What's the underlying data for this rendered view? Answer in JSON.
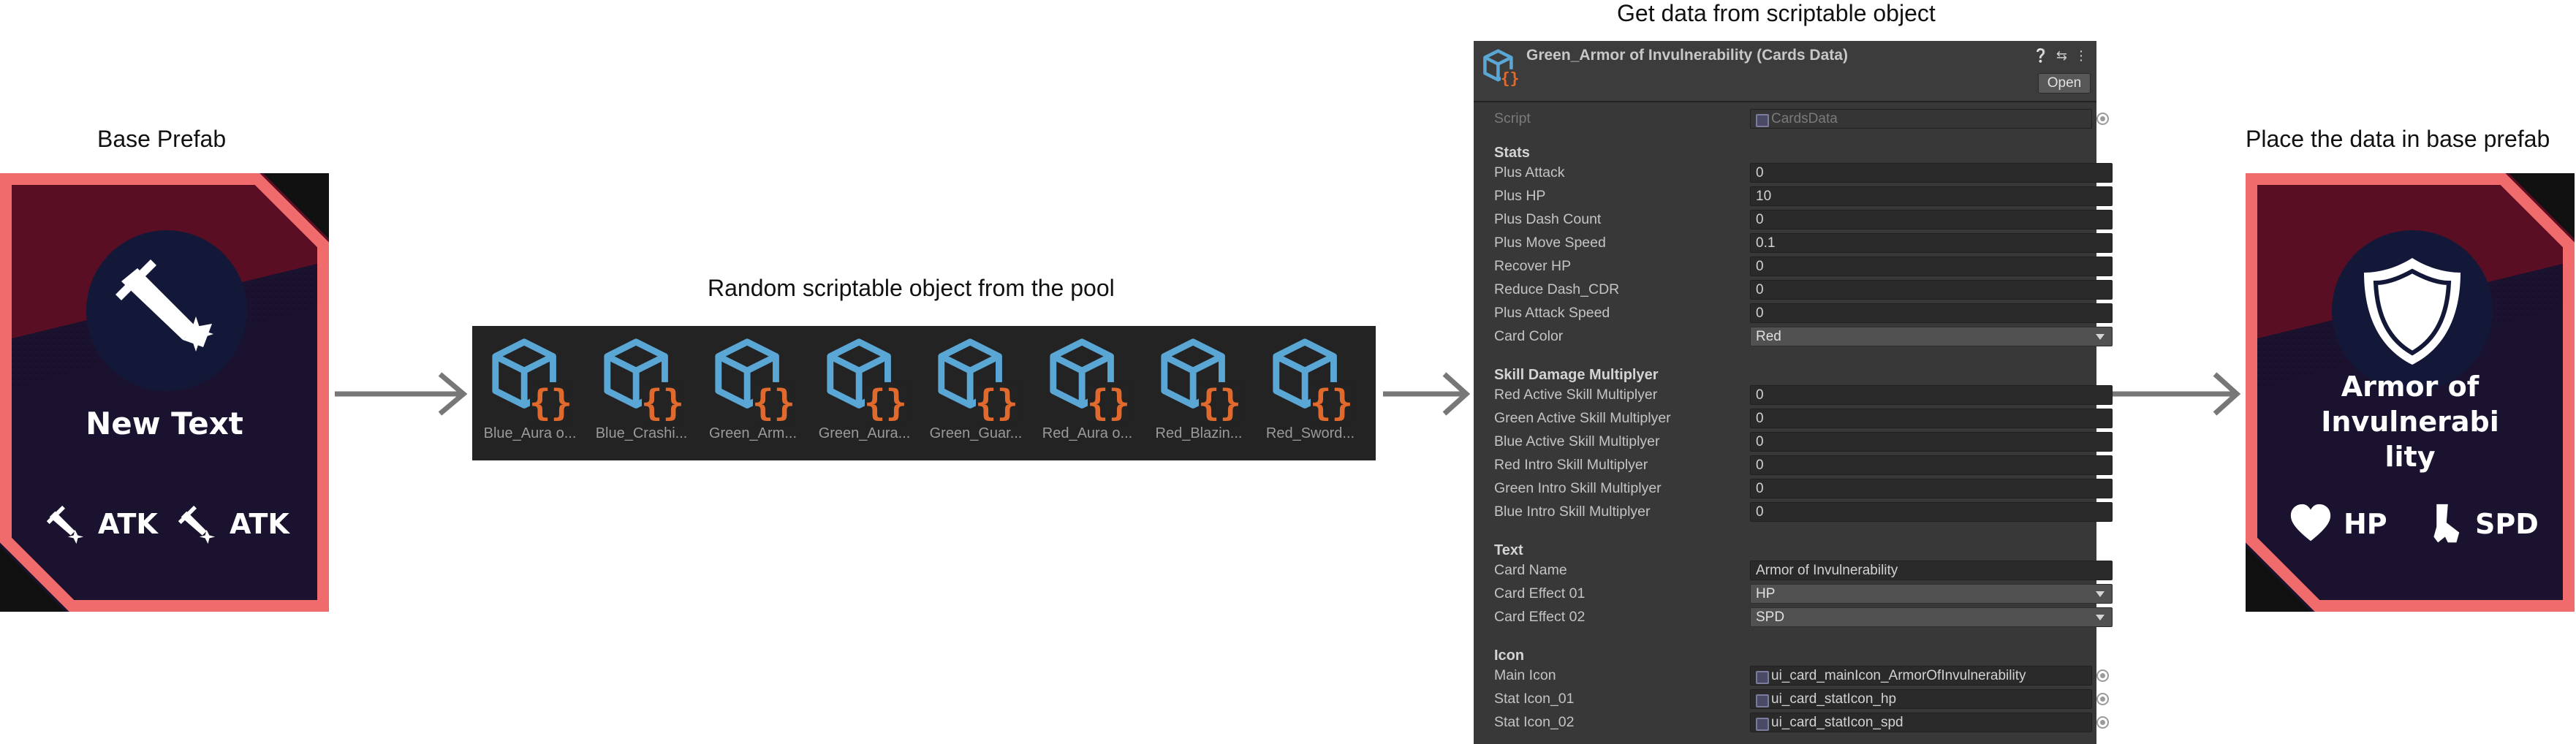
{
  "titles": {
    "base": "Base Prefab",
    "pool": "Random scriptable object from the pool",
    "get": "Get data from scriptable object",
    "place": "Place the data in base prefab"
  },
  "left_card": {
    "name": "New Text",
    "stat1": "ATK",
    "stat2": "ATK",
    "main_icon": "sword-icon",
    "stat_icon": "sword-icon"
  },
  "pool": {
    "icon": "scriptable-object-icon",
    "items": [
      "Blue_Aura o...",
      "Blue_Crashi...",
      "Green_Arm...",
      "Green_Aura...",
      "Green_Guar...",
      "Red_Aura o...",
      "Red_Blazin...",
      "Red_Sword..."
    ]
  },
  "inspector": {
    "title": "Green_Armor of Invulnerability (Cards Data)",
    "open": "Open",
    "header_icons": [
      "help-icon",
      "settings-icon",
      "more-icon"
    ],
    "script": {
      "label": "Script",
      "value": "CardsData"
    },
    "stats": {
      "header": "Stats",
      "rows": [
        {
          "label": "Plus Attack",
          "value": "0"
        },
        {
          "label": "Plus HP",
          "value": "10"
        },
        {
          "label": "Plus Dash Count",
          "value": "0"
        },
        {
          "label": "Plus Move Speed",
          "value": "0.1"
        },
        {
          "label": "Recover HP",
          "value": "0"
        },
        {
          "label": "Reduce Dash_CDR",
          "value": "0"
        },
        {
          "label": "Plus Attack Speed",
          "value": "0"
        }
      ],
      "card_color": {
        "label": "Card Color",
        "value": "Red"
      }
    },
    "skill": {
      "header": "Skill Damage Multiplyer",
      "rows": [
        {
          "label": "Red Active Skill Multiplyer",
          "value": "0"
        },
        {
          "label": "Green Active Skill Multiplyer",
          "value": "0"
        },
        {
          "label": "Blue Active Skill Multiplyer",
          "value": "0"
        },
        {
          "label": "Red Intro Skill Multiplyer",
          "value": "0"
        },
        {
          "label": "Green Intro Skill Multiplyer",
          "value": "0"
        },
        {
          "label": "Blue Intro Skill Multiplyer",
          "value": "0"
        }
      ]
    },
    "text": {
      "header": "Text",
      "card_name": {
        "label": "Card Name",
        "value": "Armor of Invulnerability"
      },
      "effect1": {
        "label": "Card Effect 01",
        "value": "HP"
      },
      "effect2": {
        "label": "Card Effect 02",
        "value": "SPD"
      }
    },
    "icon": {
      "header": "Icon",
      "main": {
        "label": "Main Icon",
        "value": "ui_card_mainIcon_ArmorOfInvulnerability"
      },
      "stat1": {
        "label": "Stat Icon_01",
        "value": "ui_card_statIcon_hp"
      },
      "stat2": {
        "label": "Stat Icon_02",
        "value": "ui_card_statIcon_spd"
      }
    }
  },
  "right_card": {
    "name_line1": "Armor of",
    "name_line2": "Invulnerabi",
    "name_line3": "lity",
    "stat1": "HP",
    "stat2": "SPD",
    "main_icon": "shield-icon",
    "stat1_icon": "heart-icon",
    "stat2_icon": "boot-icon"
  },
  "colors": {
    "card_border": "#f06c6c",
    "card_fill": "#6a0f24",
    "card_dark": "#151433",
    "pool_bg": "#232323",
    "so_blue": "#5aa7d6",
    "so_orange": "#e0692d",
    "inspector_bg": "#383838",
    "arrow": "#777777"
  }
}
